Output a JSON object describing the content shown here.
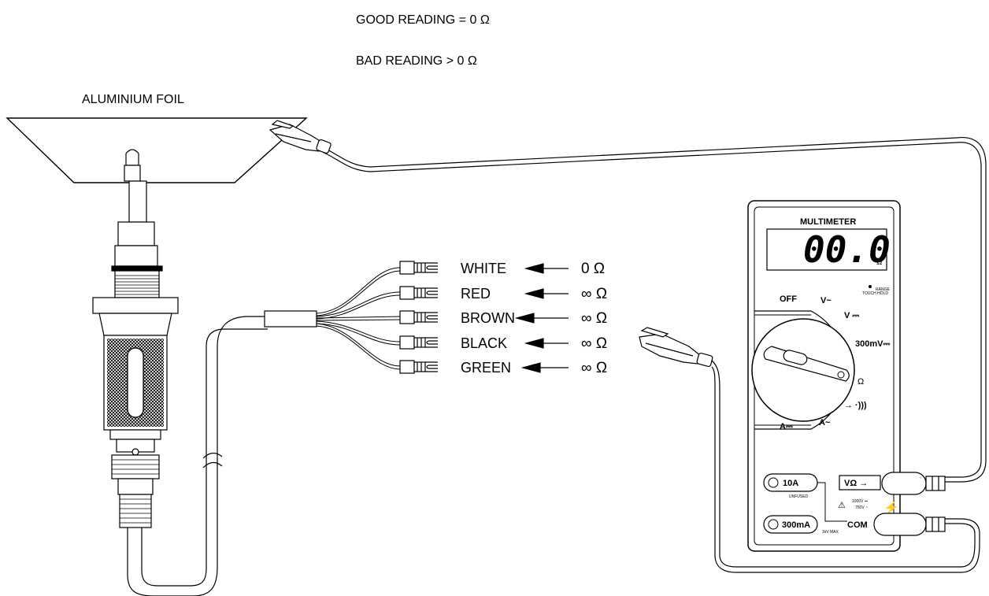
{
  "header": {
    "good_reading": "GOOD READING = 0 Ω",
    "bad_reading": "BAD READING > 0 Ω"
  },
  "foil_label": "ALUMINIUM FOIL",
  "wires": [
    {
      "color": "WHITE",
      "reading": "0 Ω"
    },
    {
      "color": "RED",
      "reading": "∞ Ω"
    },
    {
      "color": "BROWN",
      "reading": "∞ Ω"
    },
    {
      "color": "BLACK",
      "reading": "∞ Ω"
    },
    {
      "color": "GREEN",
      "reading": "∞ Ω"
    }
  ],
  "multimeter": {
    "title": "MULTIMETER",
    "display_value": "00.0",
    "display_unit": "Ω",
    "range_button": "RANGE",
    "touch_hold": "TOUCH HOLD",
    "dial": {
      "off": "OFF",
      "vac": "V~",
      "vdc": "V ⎓",
      "mv": "300mV⎓",
      "ohm": "Ω",
      "diode": "→ ·)))",
      "aac": "A~",
      "adc": "A⎓"
    },
    "jacks": {
      "ten_a": "10A",
      "unfused": "UNFUSED",
      "vohm": "VΩ →",
      "ma": "300mA",
      "com": "COM",
      "rating_1": "1000V ⎓",
      "rating_2": "750V ~",
      "kv_max": "1kV MAX"
    }
  }
}
